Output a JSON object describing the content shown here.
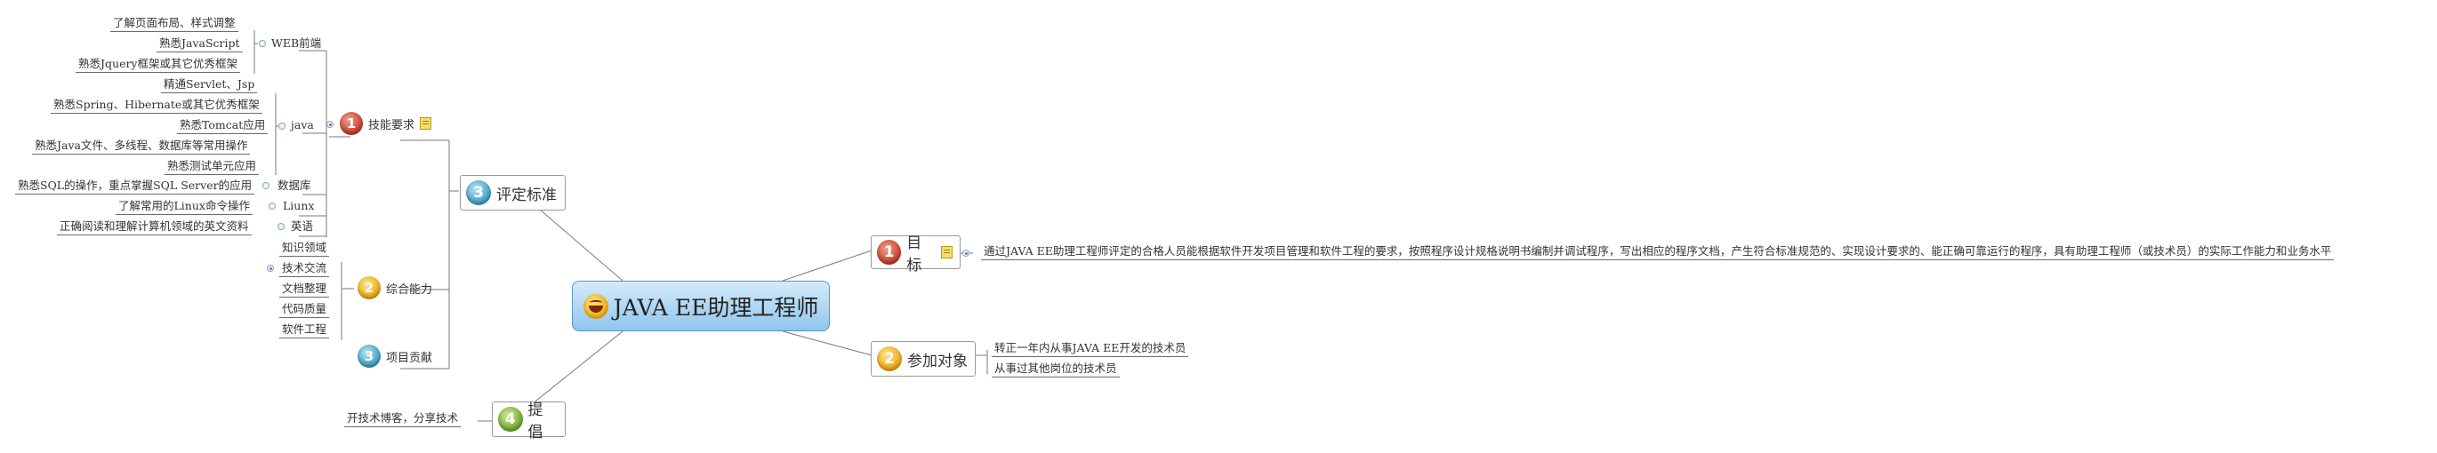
{
  "root": {
    "label": "JAVA EE助理工程师",
    "icon": "smiley-icon"
  },
  "nodes": {
    "eval": {
      "num": "3",
      "label": "评定标准"
    },
    "goal": {
      "num": "1",
      "label": "目标",
      "text": "通过JAVA EE助理工程师评定的合格人员能根据软件开发项目管理和软件工程的要求，按照程序设计规格说明书编制并调试程序，写出相应的程序文档，产生符合标准规范的、实现设计要求的、能正确可靠运行的程序，具有助理工程师（或技术员）的实际工作能力和业务水平"
    },
    "target": {
      "num": "2",
      "label": "参加对象",
      "items": [
        "转正一年内从事JAVA EE开发的技术员",
        "从事过其他岗位的技术员"
      ]
    },
    "advocate": {
      "num": "4",
      "label": "提倡",
      "items": [
        "开技术博客，分享技术"
      ]
    },
    "skill": {
      "num": "1",
      "label": "技能要求"
    },
    "ability": {
      "num": "2",
      "label": "综合能力",
      "items": [
        "知识领域",
        "技术交流",
        "文档整理",
        "代码质量",
        "软件工程"
      ]
    },
    "contrib": {
      "num": "3",
      "label": "项目贡献"
    }
  },
  "skills": {
    "web": {
      "label": "WEB前端",
      "items": [
        "了解页面布局、样式调整",
        "熟悉JavaScript",
        "熟悉Jquery框架或其它优秀框架"
      ]
    },
    "java": {
      "label": "java",
      "items": [
        "精通Servlet、Jsp",
        "熟悉Spring、Hibernate或其它优秀框架",
        "熟悉Tomcat应用",
        "熟悉Java文件、多线程、数据库等常用操作",
        "熟悉测试单元应用"
      ]
    },
    "db": {
      "label": "数据库",
      "items": [
        "熟悉SQL的操作，重点掌握SQL Server的应用"
      ]
    },
    "linux": {
      "label": "Liunx",
      "items": [
        "了解常用的Linux命令操作"
      ]
    },
    "english": {
      "label": "英语",
      "items": [
        "正确阅读和理解计算机领域的英文资料"
      ]
    }
  },
  "colors": {
    "red": "#c63a24",
    "blue": "#3a9dc6",
    "yellow": "#eba70f",
    "green": "#6fa929",
    "root": "#8fc5ec"
  }
}
